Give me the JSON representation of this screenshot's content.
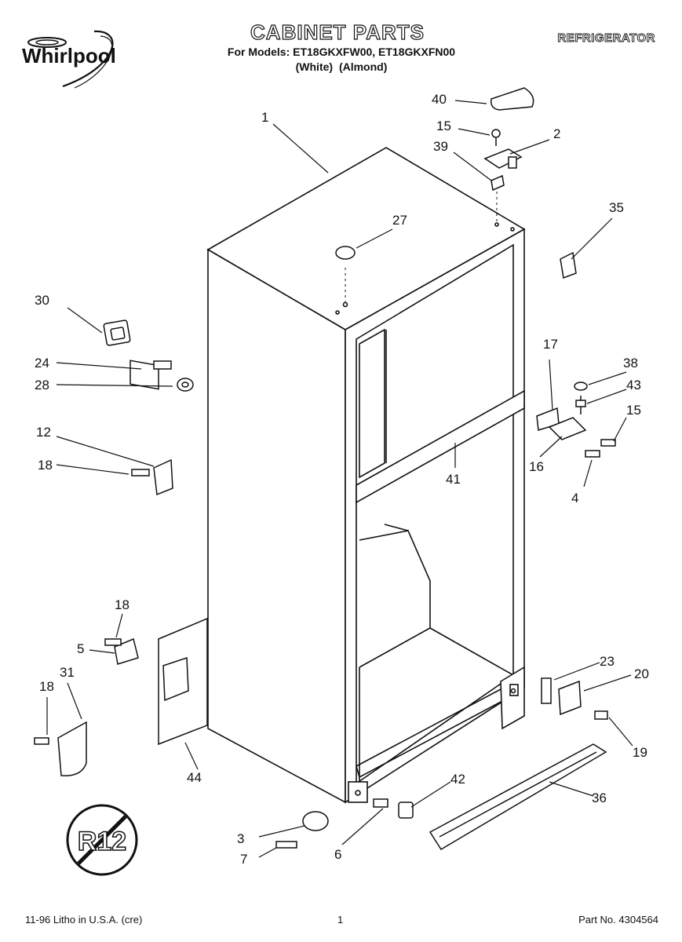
{
  "brand": {
    "name": "Whirlpool"
  },
  "header": {
    "title": "CABINET PARTS",
    "models": "For Models: ET18GKXFW00, ET18GKXFN00",
    "variants": "(White)    (Almond)",
    "appliance": "REFRIGERATOR"
  },
  "footer": {
    "litho": "11-96 Litho in U.S.A. (cre)",
    "page": "1",
    "part_no": "Part No. 4304564"
  },
  "badge": {
    "text": "R12"
  },
  "callouts": [
    "1",
    "2",
    "3",
    "4",
    "5",
    "6",
    "7",
    "12",
    "15",
    "15",
    "16",
    "17",
    "18",
    "18",
    "18",
    "19",
    "20",
    "23",
    "24",
    "27",
    "28",
    "30",
    "31",
    "35",
    "36",
    "38",
    "39",
    "40",
    "41",
    "42",
    "43",
    "44"
  ]
}
